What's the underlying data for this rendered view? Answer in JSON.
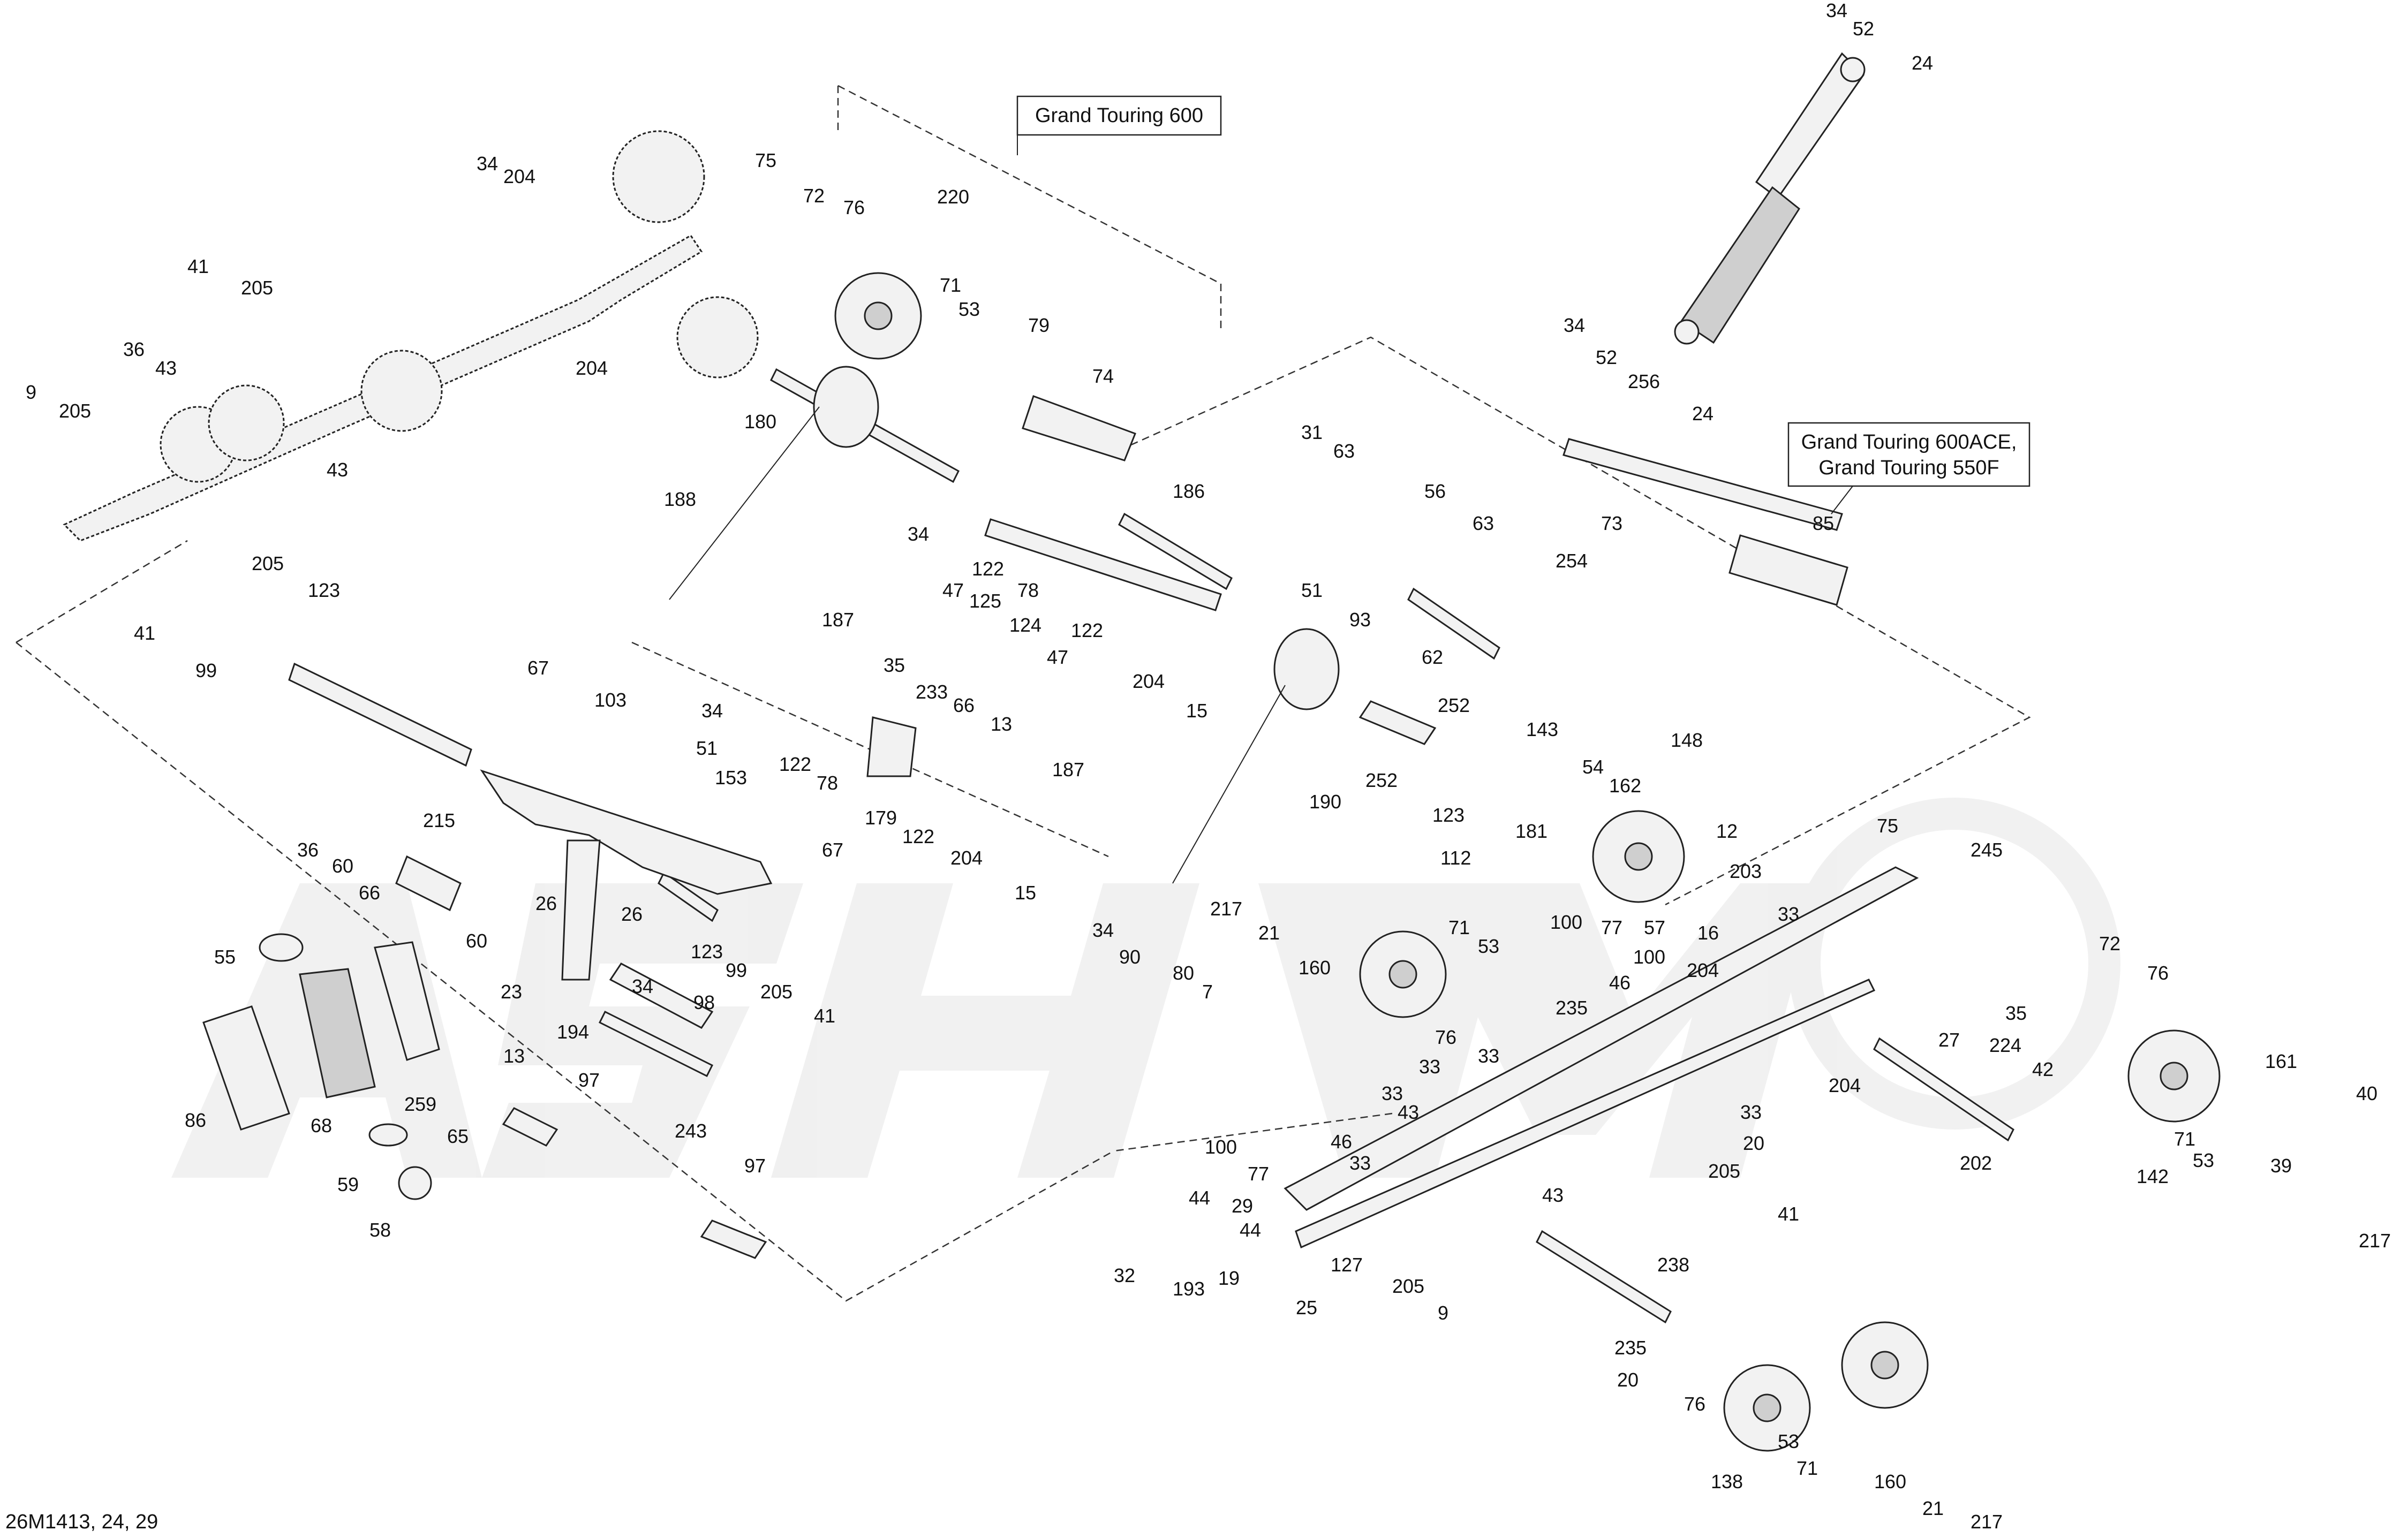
{
  "diagram_id": "26M1413, 24, 29",
  "callouts": {
    "gt600": "Grand Touring 600",
    "gt600ace": "Grand Touring 600ACE,",
    "gt550f": "Grand Touring 550F"
  },
  "labels": {
    "l34a": "34",
    "l52a": "52",
    "l24a": "24",
    "l34b": "34",
    "l52b": "52",
    "l256": "256",
    "l24b": "24",
    "l34c": "34",
    "l204a": "204",
    "l75a": "75",
    "l72a": "72",
    "l76a": "76",
    "l220": "220",
    "l71a": "71",
    "l53a": "53",
    "l79": "79",
    "l74": "74",
    "l41a": "41",
    "l205a": "205",
    "l36a": "36",
    "l43a": "43",
    "l9a": "9",
    "l205b": "205",
    "l204b": "204",
    "l43b": "43",
    "l180": "180",
    "l188": "188",
    "l186": "186",
    "l34d": "34",
    "l47a": "47",
    "l125": "125",
    "l78a": "78",
    "l122a": "122",
    "l124": "124",
    "l47b": "47",
    "l122b": "122",
    "l31": "31",
    "l63a": "63",
    "l56": "56",
    "l63b": "63",
    "l51a": "51",
    "l93": "93",
    "l254": "254",
    "l62": "62",
    "l73": "73",
    "l85": "85",
    "l205c": "205",
    "l123a": "123",
    "l41b": "41",
    "l99a": "99",
    "l187a": "187",
    "l35a": "35",
    "l233": "233",
    "l66a": "66",
    "l13a": "13",
    "l204c": "204",
    "l15a": "15",
    "l67a": "67",
    "l103": "103",
    "l34e": "34",
    "l51b": "51",
    "l153": "153",
    "l122c": "122",
    "l78b": "78",
    "l179": "179",
    "l122d": "122",
    "l187b": "187",
    "l204d": "204",
    "l15b": "15",
    "l190": "190",
    "l252a": "252",
    "l143": "143",
    "l148": "148",
    "l252b": "252",
    "l123b": "123",
    "l181": "181",
    "l54": "54",
    "l162": "162",
    "l12": "12",
    "l215": "215",
    "l36b": "36",
    "l60a": "60",
    "l66b": "66",
    "l55": "55",
    "l26a": "26",
    "l26b": "26",
    "l60b": "60",
    "l23": "23",
    "l34f": "34",
    "l67b": "67",
    "l123c": "123",
    "l99b": "99",
    "l205d": "205",
    "l41c": "41",
    "l98": "98",
    "l13b": "13",
    "l194": "194",
    "l86": "86",
    "l68": "68",
    "l259": "259",
    "l65": "65",
    "l97a": "97",
    "l59": "59",
    "l58": "58",
    "l243": "243",
    "l97b": "97",
    "l112": "112",
    "l217a": "217",
    "l21a": "21",
    "l160a": "160",
    "l34g": "34",
    "l90": "90",
    "l80": "80",
    "l7": "7",
    "l71b": "71",
    "l53b": "53",
    "l100a": "100",
    "l77a": "77",
    "l100b": "100",
    "l46a": "46",
    "l235a": "235",
    "l76b": "76",
    "l33a": "33",
    "l33b": "33",
    "l203": "203",
    "l57": "57",
    "l16": "16",
    "l75b": "75",
    "l245": "245",
    "l33c": "33",
    "l204e": "204",
    "l27": "27",
    "l35b": "35",
    "l224": "224",
    "l42": "42",
    "l72b": "72",
    "l76c": "76",
    "l142": "142",
    "l71c": "71",
    "l161": "161",
    "l40": "40",
    "l53c": "53",
    "l39": "39",
    "l217b": "217",
    "l204f": "204",
    "l202": "202",
    "l33d": "33",
    "l43c": "43",
    "l33e": "33",
    "l20a": "20",
    "l205e": "205",
    "l41d": "41",
    "l43d": "43",
    "l100c": "100",
    "l77b": "77",
    "l46b": "46",
    "l33f": "33",
    "l44a": "44",
    "l29": "29",
    "l44b": "44",
    "l32": "32",
    "l193": "193",
    "l19": "19",
    "l25": "25",
    "l127": "127",
    "l205f": "205",
    "l9b": "9",
    "l238": "238",
    "l235b": "235",
    "l20b": "20",
    "l76d": "76",
    "l53d": "53",
    "l71d": "71",
    "l138": "138",
    "l160b": "160",
    "l21b": "21",
    "l217c": "217"
  }
}
